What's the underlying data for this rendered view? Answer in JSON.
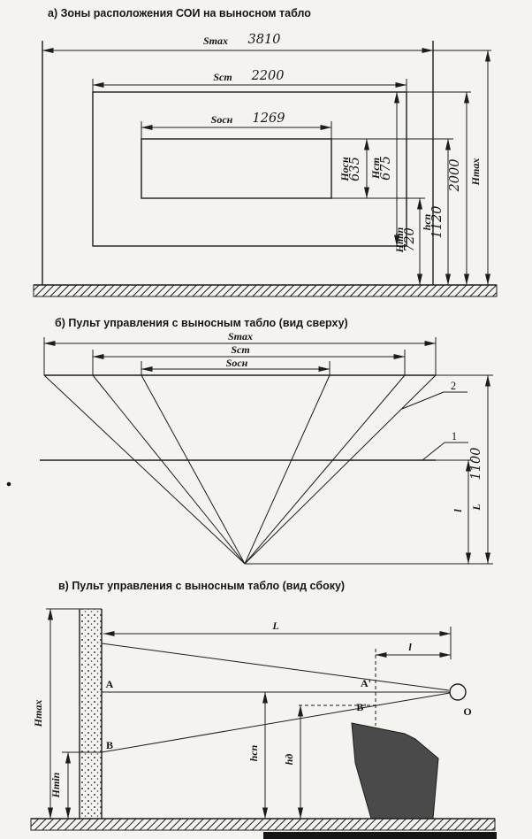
{
  "document": {
    "paper_color": "#f4f3ef",
    "ink_color": "#1c1c1c",
    "console_fill": "#4a4a4a"
  },
  "section_a": {
    "title": "а) Зоны расположения СОИ на выносном табло",
    "dim_smax": {
      "label": "Smax",
      "value": "3810"
    },
    "dim_sst": {
      "label": "Sст",
      "value": "2200"
    },
    "dim_sosn": {
      "label": "Sосн",
      "value": "1269"
    },
    "dim_hosn": {
      "label": "Носн",
      "value": "635"
    },
    "dim_hst": {
      "label": "Нст",
      "value": "675"
    },
    "dim_hmin": {
      "label": "Нmin",
      "value": "720"
    },
    "dim_hsp": {
      "label": "hсп",
      "value": "1120"
    },
    "dim_2000": {
      "value": "2000"
    },
    "dim_hmax": {
      "label": "Нmax"
    }
  },
  "section_b": {
    "title": "б) Пульт управления с выносным табло (вид сверху)",
    "dim_smax": {
      "label": "Smax"
    },
    "dim_sst": {
      "label": "Sст"
    },
    "dim_sosn": {
      "label": "Sосн"
    },
    "dim_L": {
      "label": "L",
      "value": "1100"
    },
    "dim_l_small": {
      "label": "l"
    },
    "callout_1": "1",
    "callout_2": "2"
  },
  "section_c": {
    "title": "в) Пульт управления с выносным табло (вид сбоку)",
    "dim_L": {
      "label": "L"
    },
    "dim_l_small": {
      "label": "l"
    },
    "dim_hmax": {
      "label": "Нmax"
    },
    "dim_hmin": {
      "label": "Нmin"
    },
    "dim_hsp": {
      "label": "hсп"
    },
    "dim_hd": {
      "label": "hд"
    },
    "points": {
      "a": "A",
      "a_prime": "A'",
      "b_prime": "B'",
      "b": "B",
      "o": "О"
    }
  }
}
